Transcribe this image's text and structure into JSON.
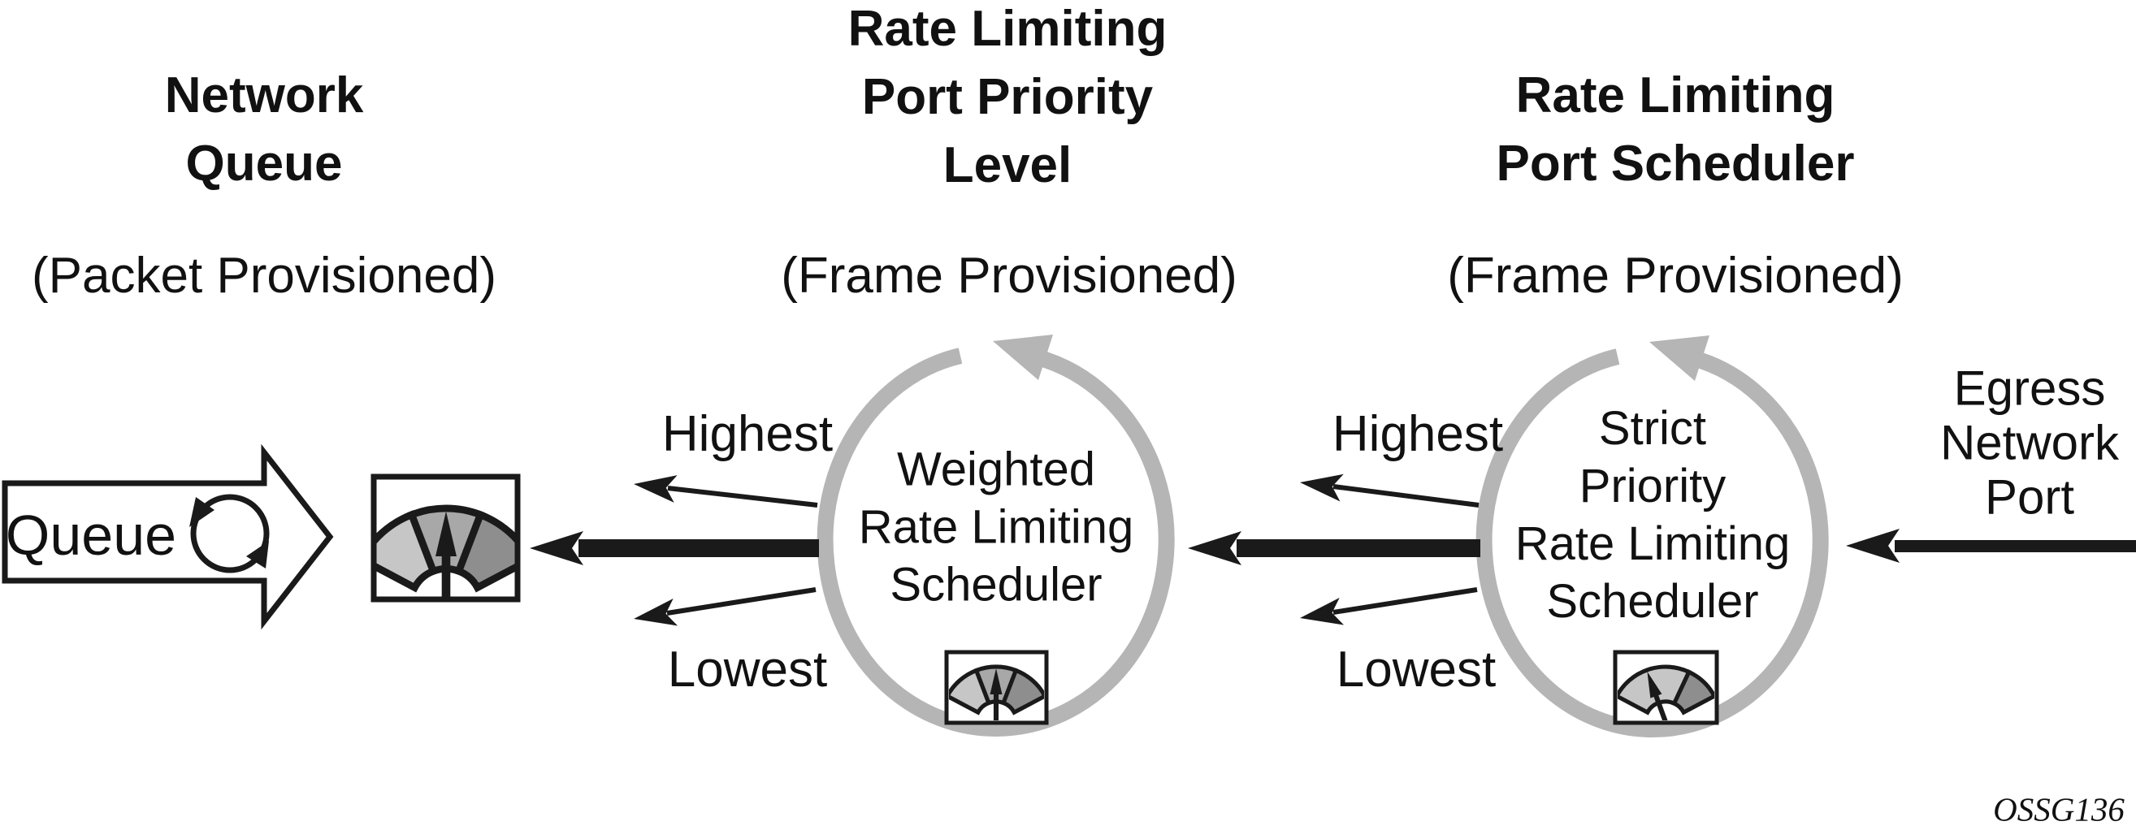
{
  "figure": {
    "id_label": "OSSG136"
  },
  "colors": {
    "ink": "#1a1a1a",
    "ring_gray": "#b5b5b5",
    "gauge_light": "#c6c6c6",
    "gauge_mid": "#a8a8a8",
    "gauge_dark": "#8e8e8e"
  },
  "columns": {
    "network_queue": {
      "title_line1": "Network",
      "title_line2": "Queue",
      "subtitle": "(Packet Provisioned)"
    },
    "port_priority_level": {
      "title_line1": "Rate Limiting",
      "title_line2": "Port Priority",
      "title_line3": "Level",
      "subtitle": "(Frame Provisioned)"
    },
    "port_scheduler": {
      "title_line1": "Rate Limiting",
      "title_line2": "Port Scheduler",
      "subtitle": "(Frame Provisioned)"
    }
  },
  "queue_block": {
    "label": "Queue"
  },
  "weighted_scheduler": {
    "line1": "Weighted",
    "line2": "Rate Limiting",
    "line3": "Scheduler"
  },
  "strict_scheduler": {
    "line1": "Strict",
    "line2": "Priority",
    "line3": "Rate Limiting",
    "line4": "Scheduler"
  },
  "priority_labels": {
    "weighted_highest": "Highest",
    "weighted_lowest": "Lowest",
    "strict_highest": "Highest",
    "strict_lowest": "Lowest"
  },
  "egress_port": {
    "line1": "Egress",
    "line2": "Network",
    "line3": "Port"
  }
}
